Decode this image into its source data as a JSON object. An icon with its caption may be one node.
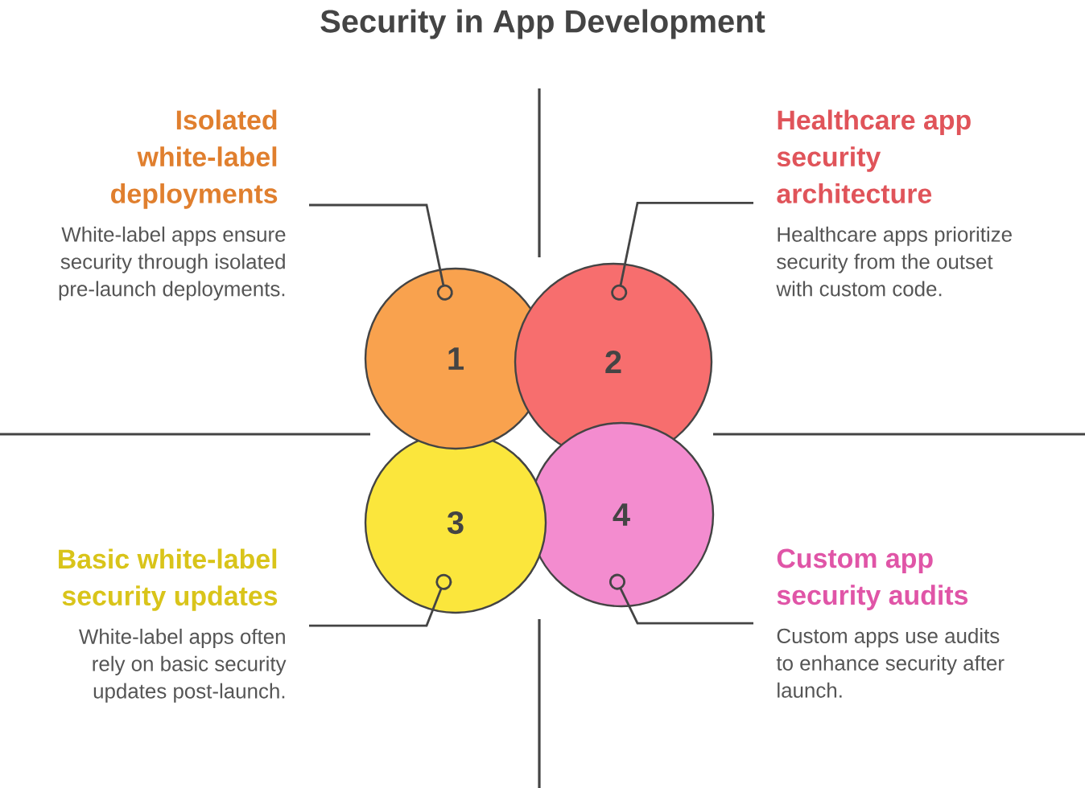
{
  "diagram": {
    "title": "Security in App Development",
    "nodes": [
      {
        "text": [
          "Isolated white-label deployments",
          "White-label apps ensure security through isolated pre-launch deployments."
        ]
      },
      {
        "text": [
          "1"
        ]
      },
      {
        "text": [
          "Healthcare app security architecture",
          "Healthcare apps prioritize security from the outset with custom code."
        ]
      },
      {
        "text": [
          "2"
        ]
      },
      {
        "text": [
          "Basic white-label security updates",
          "White-label apps often rely on basic security updates post-launch."
        ]
      },
      {
        "text": [
          "3"
        ]
      },
      {
        "text": [
          "Custom app security audits",
          "Custom apps use audits to enhance security after launch."
        ]
      },
      {
        "text": [
          "4"
        ]
      }
    ],
    "edges": [
      {
        "from": 0,
        "to": 1,
        "arrow": "other"
      },
      {
        "from": 2,
        "to": 3,
        "arrow": "other"
      },
      {
        "from": 4,
        "to": 5,
        "arrow": "other"
      },
      {
        "from": 6,
        "to": 7,
        "arrow": "other"
      }
    ]
  }
}
